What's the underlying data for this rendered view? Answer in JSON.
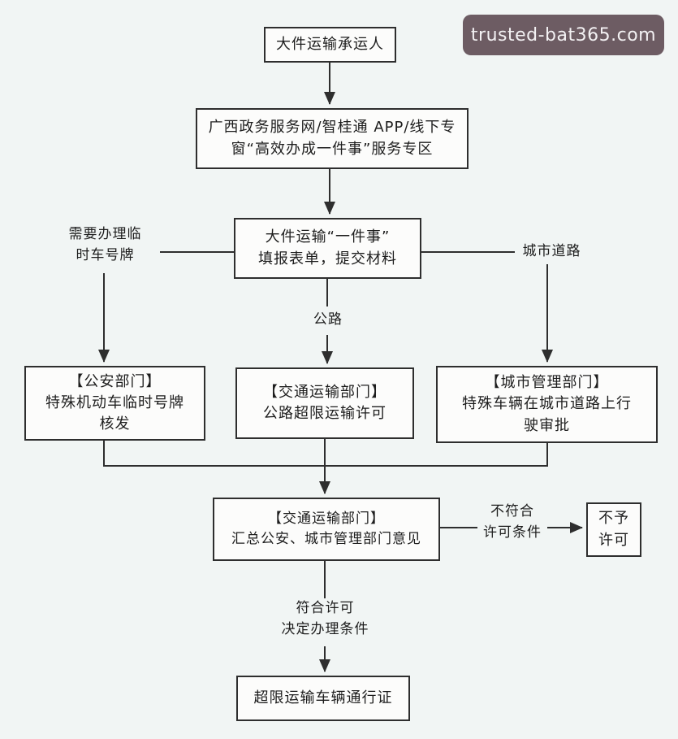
{
  "watermark": {
    "text": "trusted-bat365.com"
  },
  "colors": {
    "background": "#f1f5f4",
    "box_fill": "#fcfcfb",
    "line": "#2e2e2e",
    "text": "#1d1d1d",
    "watermark_bg": "#6d5c63",
    "watermark_text": "#f3f1f3"
  },
  "nodes": {
    "carrier": {
      "lines": [
        "大件运输承运人"
      ]
    },
    "portal": {
      "lines": [
        "广西政务服务网/智桂通 APP/线下专",
        "窗“高效办成一件事”服务专区"
      ]
    },
    "one_thing": {
      "lines": [
        "大件运输“一件事”",
        "填报表单，提交材料"
      ]
    },
    "police": {
      "lines": [
        "【公安部门】",
        "特殊机动车临时号牌",
        "核发"
      ]
    },
    "highway_permit": {
      "lines": [
        "【交通运输部门】",
        "公路超限运输许可"
      ]
    },
    "city_mgmt": {
      "lines": [
        "【城市管理部门】",
        "特殊车辆在城市道路上行",
        "驶审批"
      ]
    },
    "summary": {
      "lines": [
        "【交通运输部门】",
        "汇总公安、城市管理部门意见"
      ]
    },
    "deny": {
      "lines": [
        "不予",
        "许可"
      ]
    },
    "permit": {
      "lines": [
        "超限运输车辆通行证"
      ]
    }
  },
  "edge_labels": {
    "temp_plate": {
      "lines": [
        "需要办理临",
        "时车号牌"
      ]
    },
    "highway": {
      "lines": [
        "公路"
      ]
    },
    "city_road": {
      "lines": [
        "城市道路"
      ]
    },
    "not_qualified": {
      "lines": [
        "不符合",
        "许可条件"
      ]
    },
    "qualified": {
      "lines": [
        "符合许可",
        "决定办理条件"
      ]
    }
  }
}
